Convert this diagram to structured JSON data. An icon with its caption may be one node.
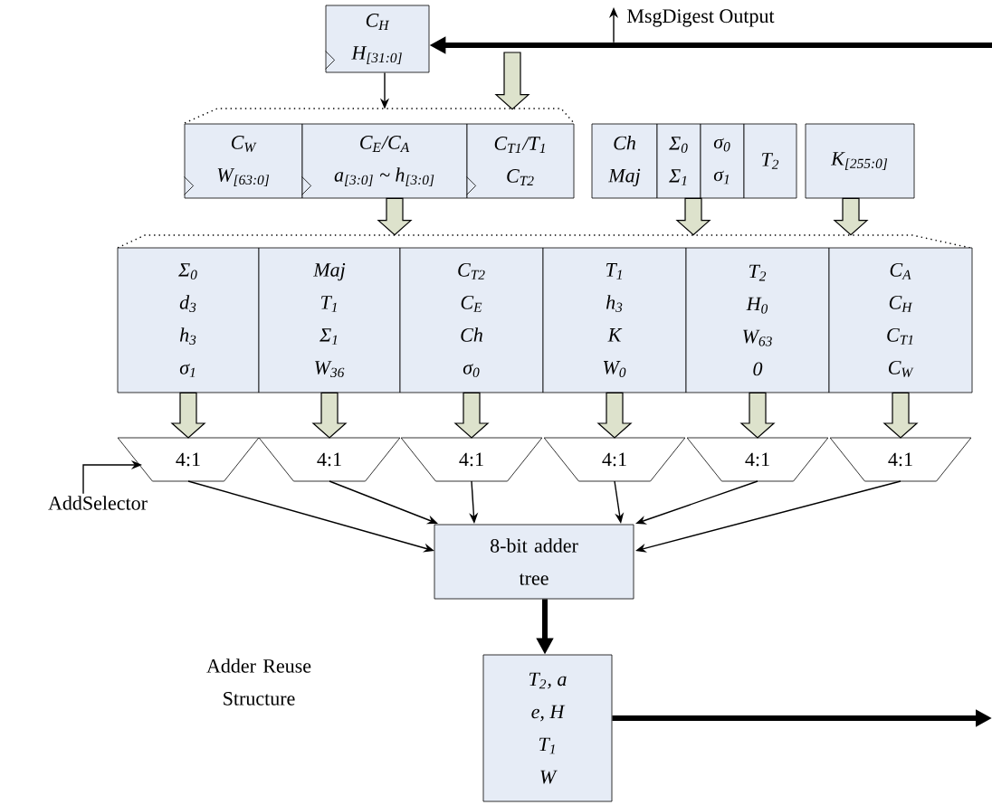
{
  "diagram": {
    "nodes": [
      {
        "text": [
          "C$_{H}$",
          "H$_{[31:0]}$"
        ]
      },
      {
        "text": [
          "C$_{W}$",
          "W$_{[63:0]}$"
        ]
      },
      {
        "text": [
          "C$_{E}$/C$_{A}$",
          "a$_{[3:0]}$ ~ h$_{[3:0]}$"
        ]
      },
      {
        "text": [
          "C$_{T1}$/T$_{1}$",
          "C$_{T2}$"
        ]
      },
      {
        "text": [
          "Ch",
          "Maj"
        ]
      },
      {
        "text": [
          "Σ$_{0}$",
          "Σ$_{1}$"
        ]
      },
      {
        "text": [
          "σ$_{0}$",
          "σ$_{1}$"
        ]
      },
      {
        "text": [
          "T$_{2}$"
        ]
      },
      {
        "text": [
          "K$_{[255:0]}$"
        ]
      },
      {
        "text": [
          "Σ$_{0}$",
          "d$_{3}$",
          "h$_{3}$",
          "σ$_{1}$"
        ]
      },
      {
        "text": [
          "Maj",
          "T$_{1}$",
          "Σ$_{1}$",
          "W$_{36}$"
        ]
      },
      {
        "text": [
          "C$_{T2}$",
          "C$_{E}$",
          "Ch",
          "σ$_{0}$"
        ]
      },
      {
        "text": [
          "T$_{1}$",
          "h$_{3}$",
          "K",
          "W$_{0}$"
        ]
      },
      {
        "text": [
          "T$_{2}$",
          "H$_{0}$",
          "W$_{63}$",
          "0"
        ]
      },
      {
        "text": [
          "C$_{A}$",
          "C$_{H}$",
          "C$_{T1}$",
          "C$_{W}$"
        ]
      },
      {
        "text": [
          "4:1"
        ]
      },
      {
        "text": [
          "4:1"
        ]
      },
      {
        "text": [
          "4:1"
        ]
      },
      {
        "text": [
          "4:1"
        ]
      },
      {
        "text": [
          "4:1"
        ]
      },
      {
        "text": [
          "4:1"
        ]
      },
      {
        "text": [
          "8-bit adder tree"
        ]
      },
      {
        "text": [
          "T$_{2}$, a",
          "e, H",
          "T$_{1}$",
          "W"
        ]
      },
      {
        "text": [
          "AddSelector"
        ]
      },
      {
        "text": [
          "MsgDigest Output"
        ]
      }
    ],
    "edges": [
      {
        "from": null,
        "to": 0,
        "arrow": "to",
        "style": "thick"
      },
      {
        "from": null,
        "to": 24,
        "arrow": "to"
      },
      {
        "from": 0,
        "to": 2,
        "arrow": "to"
      },
      {
        "from": null,
        "to": 3,
        "arrow": "to",
        "color": "#dde2cc"
      },
      {
        "from": 2,
        "to": 10,
        "arrow": "to",
        "color": "#dde2cc"
      },
      {
        "from": 5,
        "to": 12,
        "arrow": "to",
        "color": "#dde2cc"
      },
      {
        "from": 8,
        "to": 14,
        "arrow": "to",
        "color": "#dde2cc"
      },
      {
        "from": 9,
        "to": 15,
        "arrow": "to",
        "color": "#dde2cc"
      },
      {
        "from": 10,
        "to": 16,
        "arrow": "to",
        "color": "#dde2cc"
      },
      {
        "from": 11,
        "to": 17,
        "arrow": "to",
        "color": "#dde2cc"
      },
      {
        "from": 12,
        "to": 18,
        "arrow": "to",
        "color": "#dde2cc"
      },
      {
        "from": 13,
        "to": 19,
        "arrow": "to",
        "color": "#dde2cc"
      },
      {
        "from": 14,
        "to": 20,
        "arrow": "to",
        "color": "#dde2cc"
      },
      {
        "from": 15,
        "to": 21,
        "arrow": "to"
      },
      {
        "from": 16,
        "to": 21,
        "arrow": "to"
      },
      {
        "from": 17,
        "to": 21,
        "arrow": "to"
      },
      {
        "from": 18,
        "to": 21,
        "arrow": "to"
      },
      {
        "from": 19,
        "to": 21,
        "arrow": "to"
      },
      {
        "from": 20,
        "to": 21,
        "arrow": "to"
      },
      {
        "from": 23,
        "to": 15,
        "arrow": "to"
      },
      {
        "from": 21,
        "to": 22,
        "arrow": "to",
        "style": "thick"
      },
      {
        "from": 22,
        "to": null,
        "arrow": "to",
        "style": "thick"
      }
    ],
    "labels": [
      "Adder Reuse Structure"
    ]
  }
}
